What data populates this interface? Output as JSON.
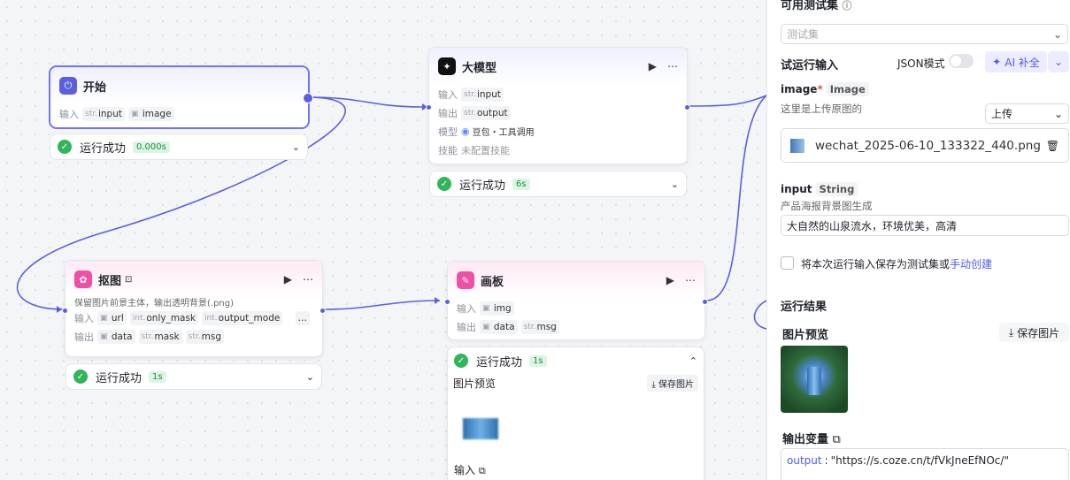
{
  "nodes": {
    "start": {
      "title": "开始",
      "in_label": "输入",
      "params": [
        {
          "type": "str.",
          "name": "input"
        },
        {
          "type": "img",
          "name": "image"
        }
      ],
      "status": "运行成功",
      "time": "0.000s"
    },
    "llm": {
      "title": "大模型",
      "in_label": "输入",
      "out_label": "输出",
      "model_label": "模型",
      "skill_label": "技能",
      "input": {
        "type": "str.",
        "name": "input"
      },
      "output": {
        "type": "str.",
        "name": "output"
      },
      "model": "豆包・工具调用",
      "skill": "未配置技能",
      "status": "运行成功",
      "time": "6s"
    },
    "cutout": {
      "title": "抠图",
      "desc": "保留图片前景主体，输出透明背景(.png)",
      "in_label": "输入",
      "out_label": "输出",
      "inputs": [
        {
          "type": "img",
          "name": "url"
        },
        {
          "type": "int.",
          "name": "only_mask"
        },
        {
          "type": "int.",
          "name": "output_mode"
        }
      ],
      "outputs": [
        {
          "type": "img",
          "name": "data"
        },
        {
          "type": "str.",
          "name": "mask"
        },
        {
          "type": "str.",
          "name": "msg"
        }
      ],
      "more": "…",
      "status": "运行成功",
      "time": "1s"
    },
    "board": {
      "title": "画板",
      "in_label": "输入",
      "out_label": "输出",
      "input": {
        "type": "img",
        "name": "img"
      },
      "outputs": [
        {
          "type": "img",
          "name": "data"
        },
        {
          "type": "str.",
          "name": "msg"
        }
      ],
      "status": "运行成功",
      "time": "1s",
      "preview_label": "图片预览",
      "save_label": "保存图片",
      "input_section": "输入"
    }
  },
  "panel": {
    "testset_title": "可用测试集",
    "testset_placeholder": "测试集",
    "run_input_title": "试运行输入",
    "json_mode": "JSON模式",
    "ai_fill": "AI 补全",
    "image_label": "image",
    "required_mark": "*",
    "image_type": "Image",
    "image_desc": "这里是上传原图的",
    "upload_mode": "上传",
    "file_name": "wechat_2025-06-10_133322_440.png",
    "input_label": "input",
    "input_type": "String",
    "input_desc": "产品海报背景图生成",
    "input_value": "大自然的山泉流水，环境优美，高清",
    "save_checkbox": "将本次运行输入保存为测试集或",
    "manual_create": "手动创建",
    "result_title": "运行结果",
    "preview_title": "图片预览",
    "save_image": "保存图片",
    "output_vars_title": "输出变量",
    "output_key": "output",
    "output_value": "\"https://s.coze.cn/t/fVkJneEfNOc/\""
  },
  "colors": {
    "accent": "#5a5fe0",
    "success": "#31b55a",
    "link": "#4e5bf2"
  }
}
